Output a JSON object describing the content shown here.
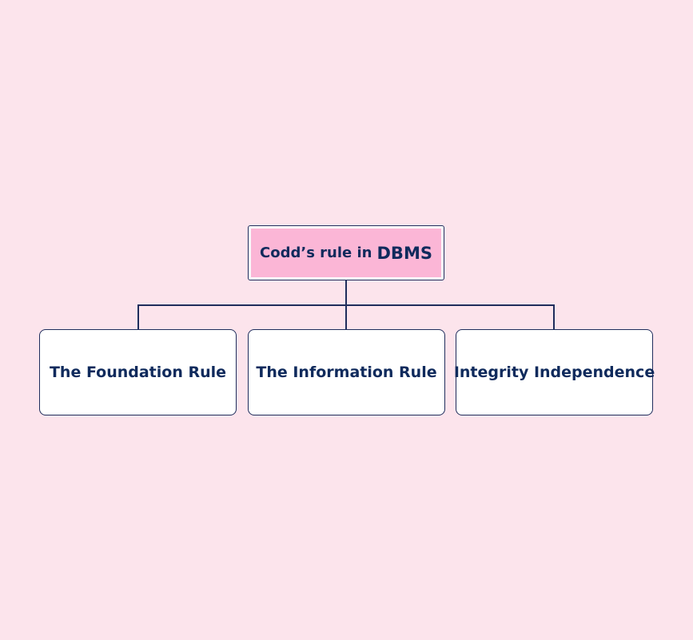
{
  "root": {
    "label_prefix": "Codd’s rule in",
    "label_strong": "DBMS"
  },
  "children": [
    {
      "label": "The Foundation Rule"
    },
    {
      "label": "The Information Rule"
    },
    {
      "label": "Integrity Independence"
    }
  ],
  "colors": {
    "background": "#fce4ec",
    "root_fill": "#fbb6d6",
    "box_fill": "#ffffff",
    "line": "#1f2d5c",
    "text": "#0f2a5c"
  }
}
